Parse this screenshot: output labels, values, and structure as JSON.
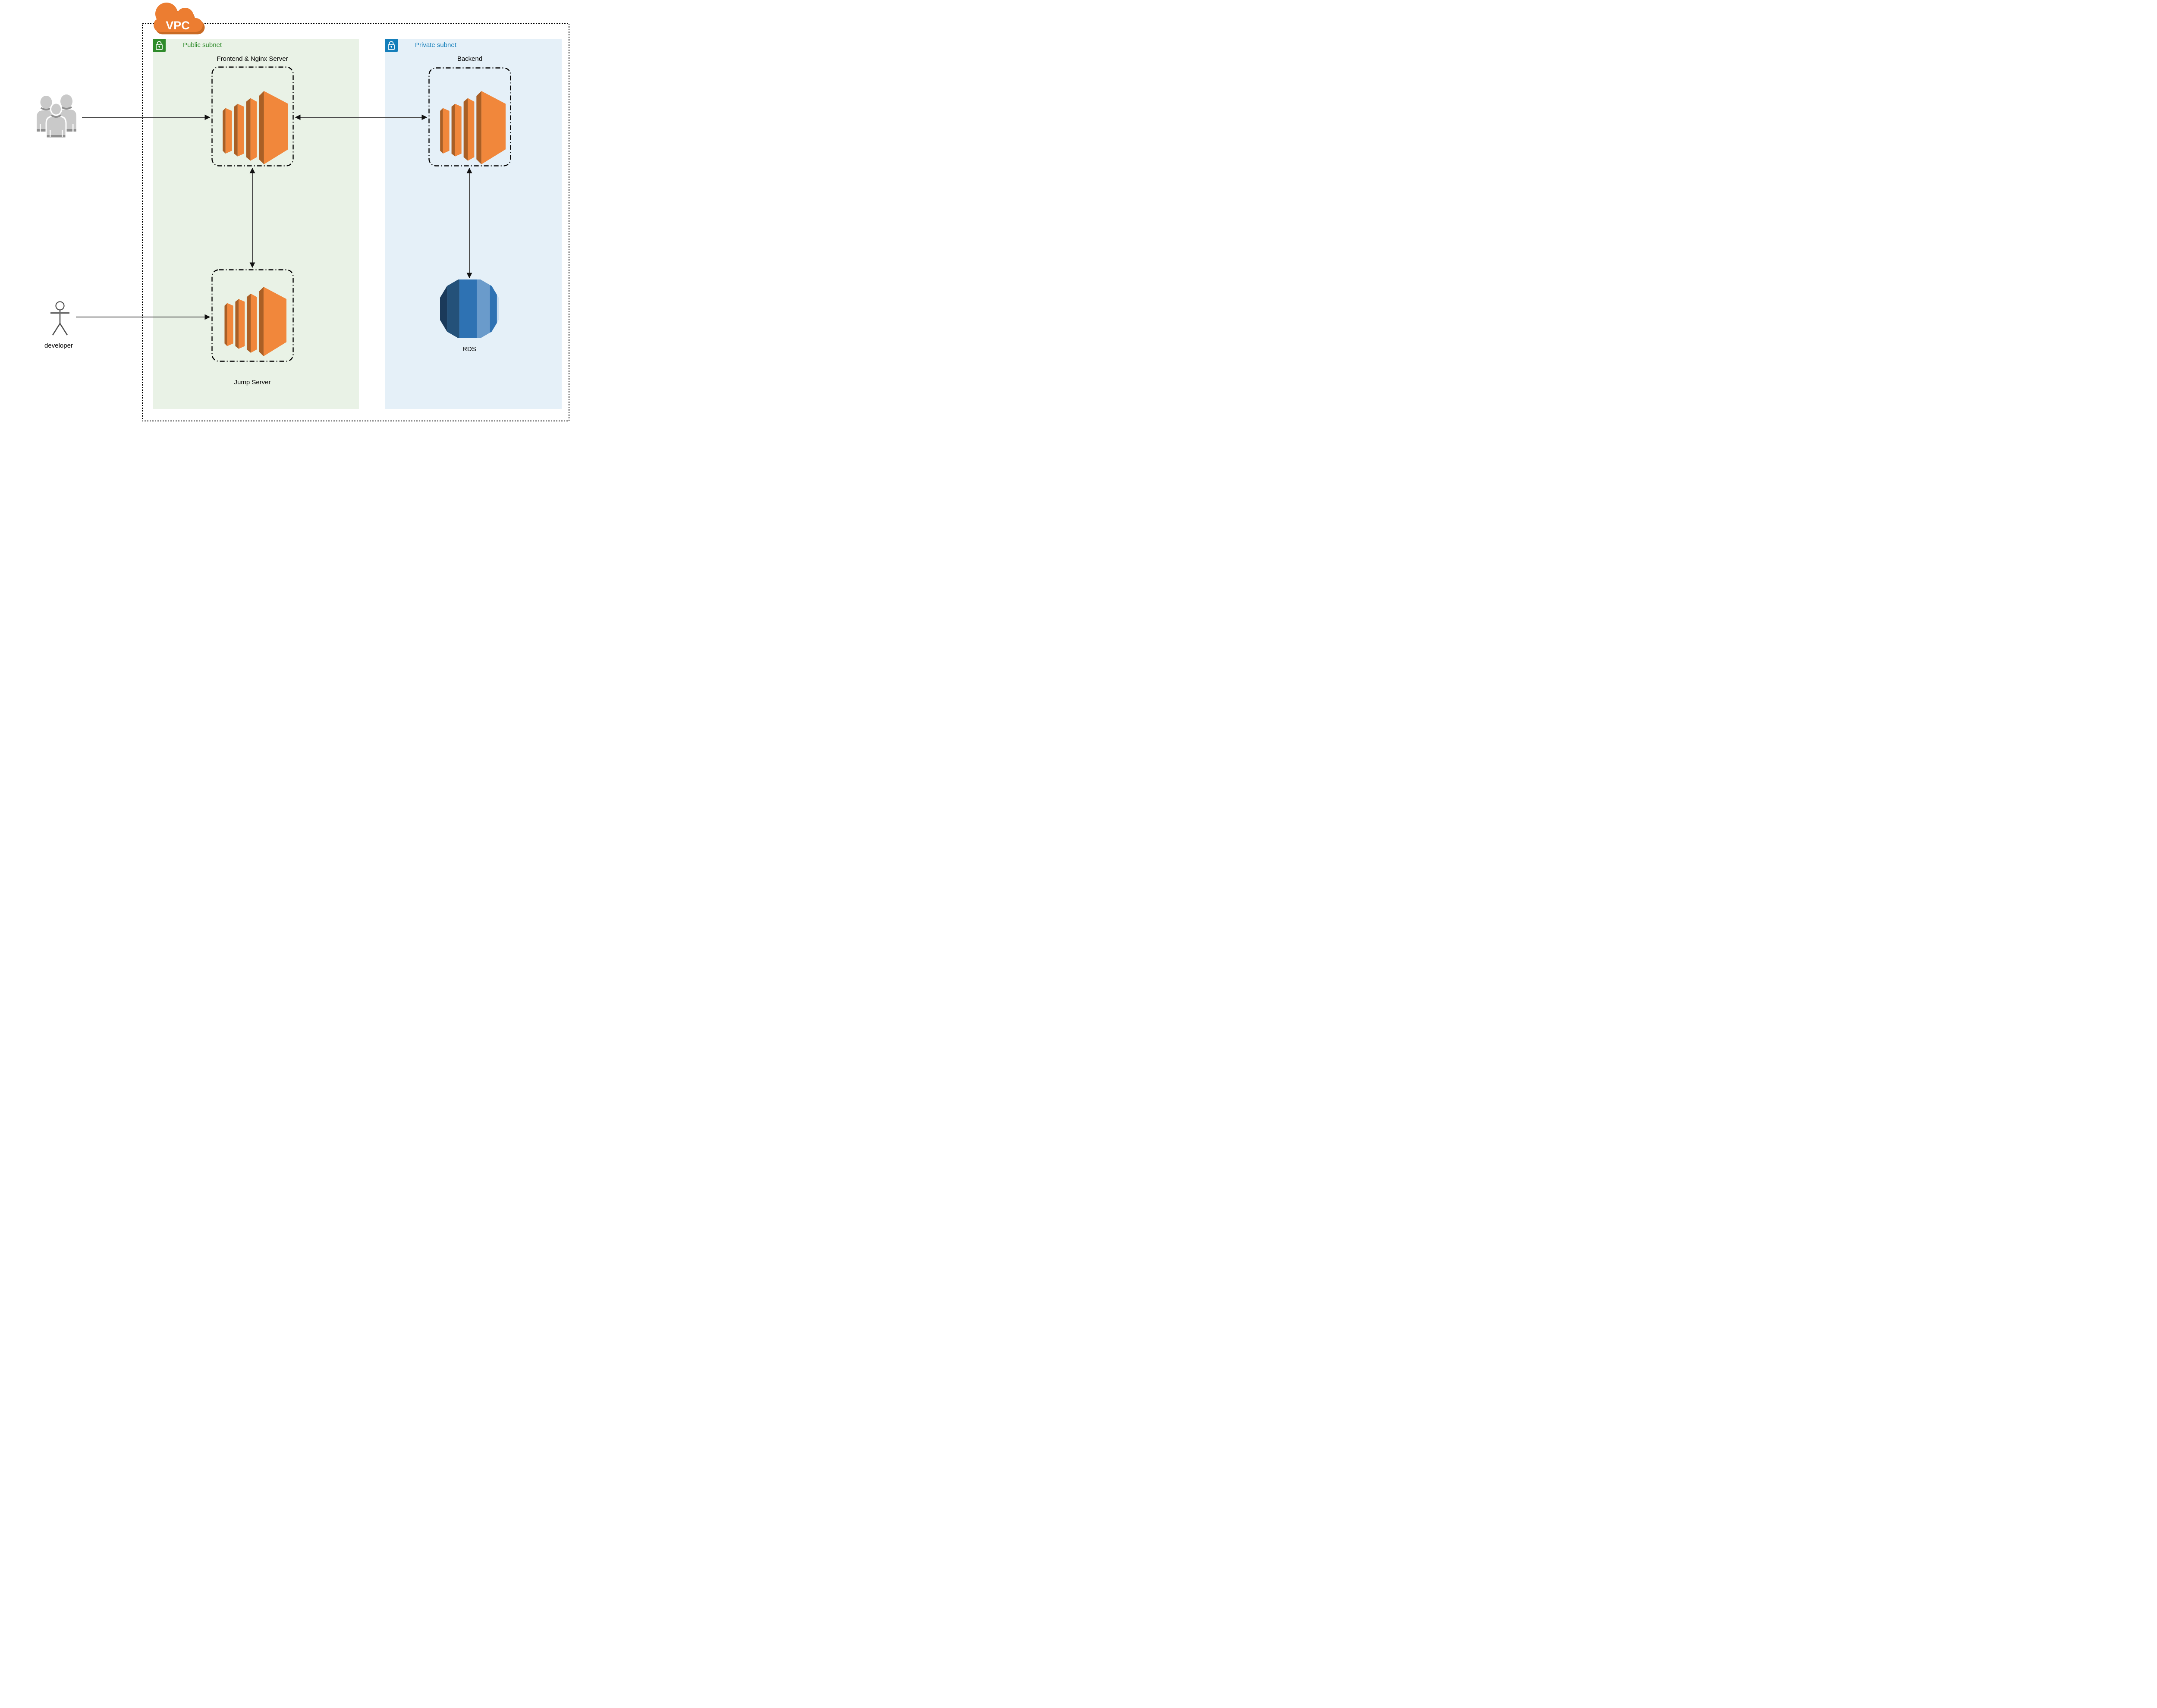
{
  "vpc": {
    "label": "VPC",
    "cloud_color": "#EC7D31",
    "border_color": "#000000"
  },
  "subnets": {
    "public": {
      "label": "Public subnet",
      "accent": "#2E8B2A",
      "background": "#E9F2E6",
      "icon": "lock-icon"
    },
    "private": {
      "label": "Private subnet",
      "accent": "#147EBA",
      "background": "#E5F0F8",
      "icon": "lock-icon"
    }
  },
  "nodes": {
    "frontend": {
      "label": "Frontend & Nginx Server",
      "service": "Amazon EC2 instance"
    },
    "backend": {
      "label": "Backend",
      "service": "Amazon EC2 instance"
    },
    "jump": {
      "label": "Jump Server",
      "service": "Amazon EC2 instance"
    },
    "rds": {
      "label": "RDS",
      "service": "Amazon RDS"
    }
  },
  "actors": {
    "users": {
      "icon": "users-group-icon"
    },
    "developer": {
      "label": "developer",
      "icon": "actor-stick-figure-icon"
    }
  },
  "edges": [
    {
      "from": "users",
      "to": "frontend",
      "arrow": "single"
    },
    {
      "from": "developer",
      "to": "jump",
      "arrow": "single"
    },
    {
      "from": "frontend",
      "to": "jump",
      "arrow": "double"
    },
    {
      "from": "frontend",
      "to": "backend",
      "arrow": "double"
    },
    {
      "from": "backend",
      "to": "rds",
      "arrow": "double"
    }
  ],
  "colors": {
    "ec2_orange": "#F1873B",
    "ec2_orange_dark": "#AA5F25",
    "rds_blues": [
      "#1B3A5A",
      "#245179",
      "#2E72B3",
      "#6A9BCB",
      "#2E72B3"
    ],
    "arrow_line": "#4D4D4D",
    "arrow_head": "#111111"
  }
}
